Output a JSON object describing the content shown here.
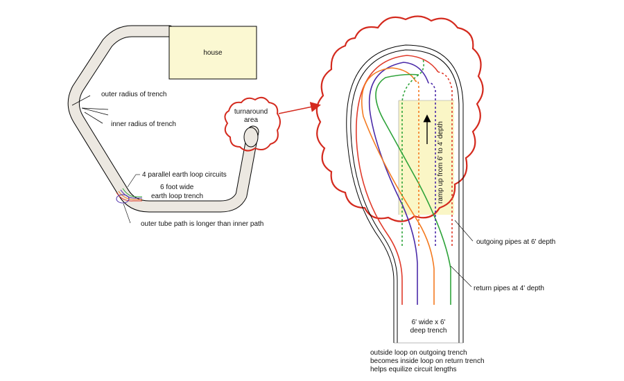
{
  "labels": {
    "house": "house",
    "outer_radius": "outer radius of trench",
    "inner_radius": "inner radius of trench",
    "turnaround_line1": "turnaround",
    "turnaround_line2": "area",
    "parallel_circuits": "4 parallel earth loop circuits",
    "trench_width_line1": "6 foot wide",
    "trench_width_line2": "earth loop trench",
    "tube_path": "outer tube path is longer than inner path",
    "ramp": "ramp up from 6' to 4' depth",
    "outgoing": "outgoing pipes at 6' depth",
    "return": "return pipes at 4' depth",
    "trench_dim_line1": "6' wide x 6'",
    "trench_dim_line2": "deep trench",
    "note_line1": "outside loop on outgoing trench",
    "note_line2": "becomes inside loop on return trench",
    "note_line3": "helps equilize circuit lengths"
  },
  "colors": {
    "trench_fill": "#ECE8E1",
    "house_fill": "#FBF8D2",
    "ramp_fill": "#FAF6C6",
    "cloud": "#D42A1E",
    "pipe_red": "#E03A2A",
    "pipe_orange": "#F47A20",
    "pipe_purple": "#4A2AA8",
    "pipe_green": "#2EA33A"
  },
  "icons": {
    "arrow": "arrow-right-icon",
    "ramp_arrow": "arrow-up-icon"
  }
}
